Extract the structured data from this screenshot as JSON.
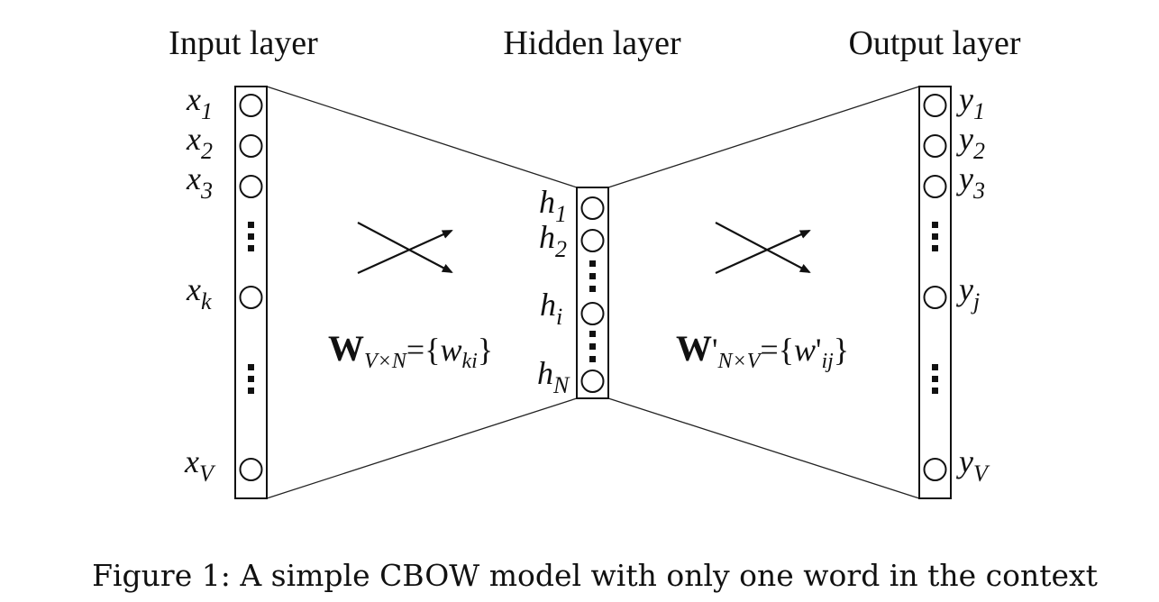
{
  "layers": {
    "input": {
      "title": "Input layer",
      "nodes": [
        {
          "base": "x",
          "sub": "1"
        },
        {
          "base": "x",
          "sub": "2"
        },
        {
          "base": "x",
          "sub": "3"
        },
        {
          "base": "x",
          "sub": "k"
        },
        {
          "base": "x",
          "sub": "V"
        }
      ]
    },
    "hidden": {
      "title": "Hidden layer",
      "nodes": [
        {
          "base": "h",
          "sub": "1"
        },
        {
          "base": "h",
          "sub": "2"
        },
        {
          "base": "h",
          "sub": "i"
        },
        {
          "base": "h",
          "sub": "N"
        }
      ]
    },
    "output": {
      "title": "Output layer",
      "nodes": [
        {
          "base": "y",
          "sub": "1"
        },
        {
          "base": "y",
          "sub": "2"
        },
        {
          "base": "y",
          "sub": "3"
        },
        {
          "base": "y",
          "sub": "j"
        },
        {
          "base": "y",
          "sub": "V"
        }
      ]
    }
  },
  "weights": {
    "input_hidden": {
      "symbol": "W",
      "subscript": "V×N",
      "equals": "=",
      "set_open": "{",
      "element": "w",
      "element_sub": "ki",
      "set_close": "}"
    },
    "hidden_output": {
      "symbol": "W",
      "prime": "'",
      "subscript": "N×V",
      "equals": "=",
      "set_open": "{",
      "element": "w",
      "element_prime": "'",
      "element_sub": "ij",
      "set_close": "}"
    }
  },
  "caption": "Figure 1: A simple CBOW model with only one word in the context"
}
